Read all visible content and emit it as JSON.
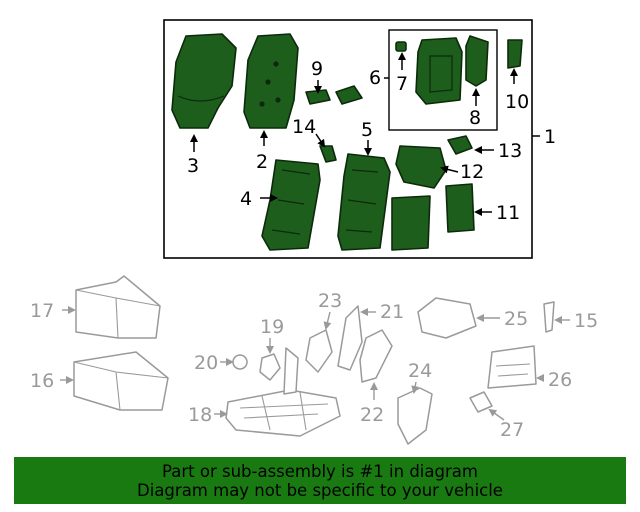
{
  "callouts": {
    "c1": "1",
    "c2": "2",
    "c3": "3",
    "c4": "4",
    "c5": "5",
    "c6": "6",
    "c7": "7",
    "c8": "8",
    "c9": "9",
    "c10": "10",
    "c11": "11",
    "c12": "12",
    "c13": "13",
    "c14": "14",
    "c15": "15",
    "c16": "16",
    "c17": "17",
    "c18": "18",
    "c19": "19",
    "c20": "20",
    "c21": "21",
    "c22": "22",
    "c23": "23",
    "c24": "24",
    "c25": "25",
    "c26": "26",
    "c27": "27"
  },
  "banner": {
    "line1": "Part or sub-assembly is #1 in diagram",
    "line2": "Diagram may not be specific to your vehicle"
  },
  "colors": {
    "highlight_fill": "#1e5e1c",
    "banner": "#1a7a12",
    "ghost_stroke": "#9a9a9a"
  },
  "icons": {
    "assembly_box": "assembly-frame",
    "arrow": "leader-arrow"
  }
}
